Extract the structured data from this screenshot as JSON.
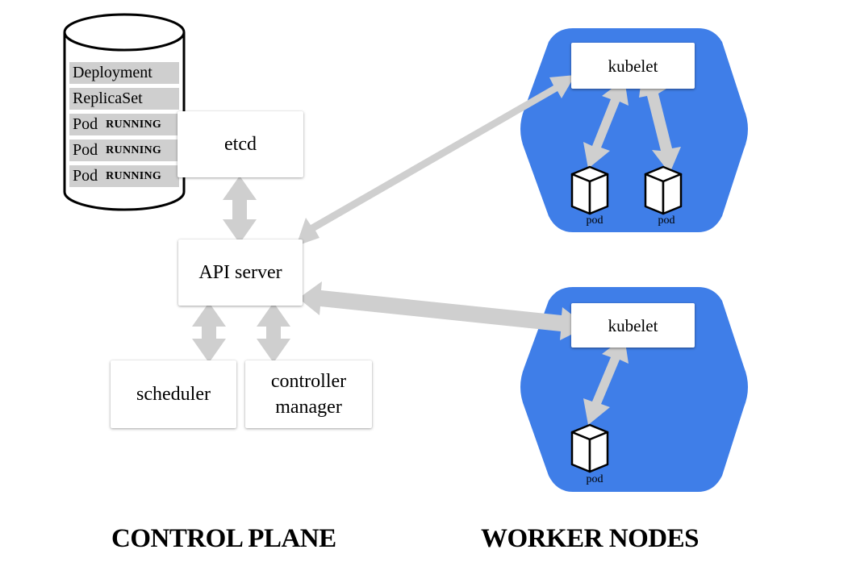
{
  "control_plane": {
    "title": "CONTROL PLANE",
    "etcd_label": "etcd",
    "api_server_label": "API server",
    "scheduler_label": "scheduler",
    "controller_manager_label_line1": "controller",
    "controller_manager_label_line2": "manager",
    "database": {
      "rows": [
        {
          "name": "Deployment",
          "status": ""
        },
        {
          "name": "ReplicaSet",
          "status": ""
        },
        {
          "name": "Pod",
          "status": "RUNNING"
        },
        {
          "name": "Pod",
          "status": "RUNNING"
        },
        {
          "name": "Pod",
          "status": "RUNNING"
        }
      ]
    }
  },
  "worker_nodes": {
    "title": "WORKER NODES",
    "nodes": [
      {
        "kubelet_label": "kubelet",
        "pods": [
          "pod",
          "pod"
        ]
      },
      {
        "kubelet_label": "kubelet",
        "pods": [
          "pod"
        ]
      }
    ]
  },
  "colors": {
    "node_blue": "#3f7ee8",
    "arrow_gray": "#cfcfcf",
    "db_row_gray": "#cfcfcf"
  }
}
